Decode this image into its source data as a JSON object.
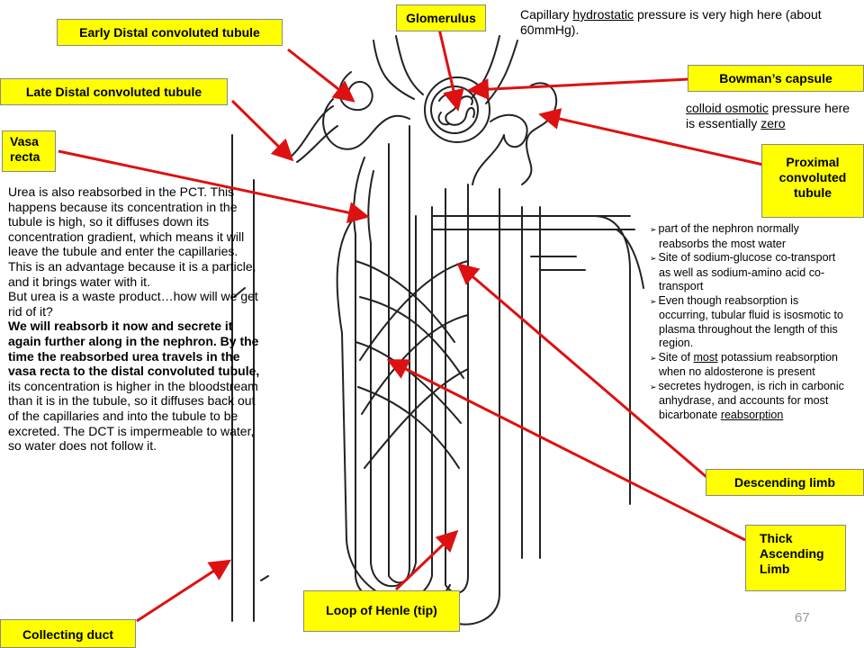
{
  "labels": {
    "glomerulus": "Glomerulus",
    "early_dct": "Early Distal convoluted tubule",
    "late_dct": "Late Distal convoluted tubule",
    "vasa_recta": "Vasa recta",
    "bowmans_capsule": "Bowman’s capsule",
    "pct": "Proximal convoluted tubule",
    "descending_limb": "Descending limb",
    "thick_ascending_limb": "Thick Ascending Limb",
    "loop_of_henle_tip": "Loop of Henle (tip)",
    "collecting_duct": "Collecting duct"
  },
  "capillary_note": {
    "pre": "Capillary ",
    "hydrostatic": "hydrostatic",
    "post": " pressure is very high here (about 60mmHg)."
  },
  "colloid_note": {
    "colloid_osmotic": "colloid osmotic",
    "mid": " pressure here is essentially ",
    "zero": "zero"
  },
  "urea_notes": {
    "p1": "Urea is also reabsorbed in the PCT. This happens because its concentration in the tubule is high, so it diffuses down its concentration gradient, which means it will leave the tubule and enter the capillaries.",
    "p2": "This is an advantage because it is a particle, and it brings water with it.",
    "p3": "But urea is a waste product…how will we get rid of it?",
    "bold": "We will reabsorb it now and secrete it again further along in the nephron. By the time the reabsorbed urea travels in the vasa recta to the distal convoluted tubule,",
    "p4": " its concentration is higher in the bloodstream than it is in the tubule, so it diffuses back out of the capillaries and into the tubule to be excreted. The DCT is impermeable to water, so water does not follow it."
  },
  "pct_facts": {
    "f1": "part of the nephron normally reabsorbs the most water",
    "f2": "Site of sodium-glucose co-transport as well as sodium-amino acid co-transport",
    "f3": "Even though reabsorption is occurring, tubular fluid is isosmotic to plasma throughout the length of this region.",
    "f4_pre": "Site of ",
    "f4_most": "most",
    "f4_post": " potassium reabsorption when no aldosterone is present",
    "f5_pre": "secretes hydrogen, is rich in carbonic anhydrase, and accounts for most bicarbonate ",
    "f5_u": "reabsorption"
  },
  "page_number": "67",
  "colors": {
    "label_bg": "#ffff00",
    "arrow": "#dd1111",
    "line": "#222222"
  }
}
